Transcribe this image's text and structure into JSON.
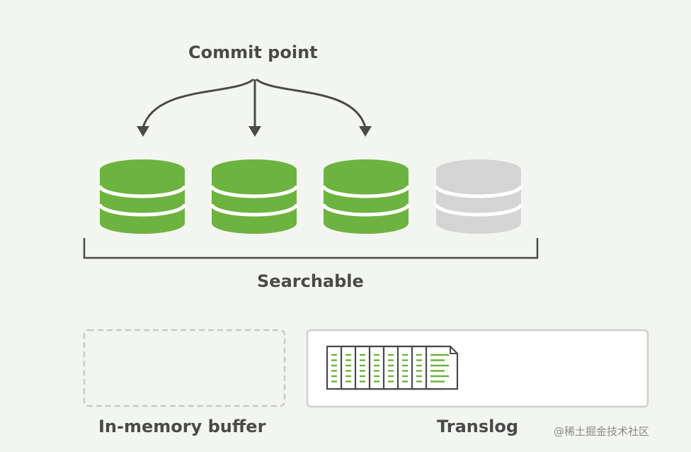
{
  "labels": {
    "commit_point": "Commit point",
    "searchable": "Searchable",
    "in_memory_buffer": "In-memory buffer",
    "translog": "Translog"
  },
  "watermark": "@稀土掘金技术社区",
  "segments": [
    {
      "state": "committed"
    },
    {
      "state": "committed"
    },
    {
      "state": "committed"
    },
    {
      "state": "uncommitted"
    }
  ],
  "translog_entries": 8,
  "colors": {
    "committed": "#6db33f",
    "uncommitted": "#d4d4d4",
    "text": "#4a4a4a",
    "line": "#4a4a4a",
    "background": "#f3f6f0"
  }
}
